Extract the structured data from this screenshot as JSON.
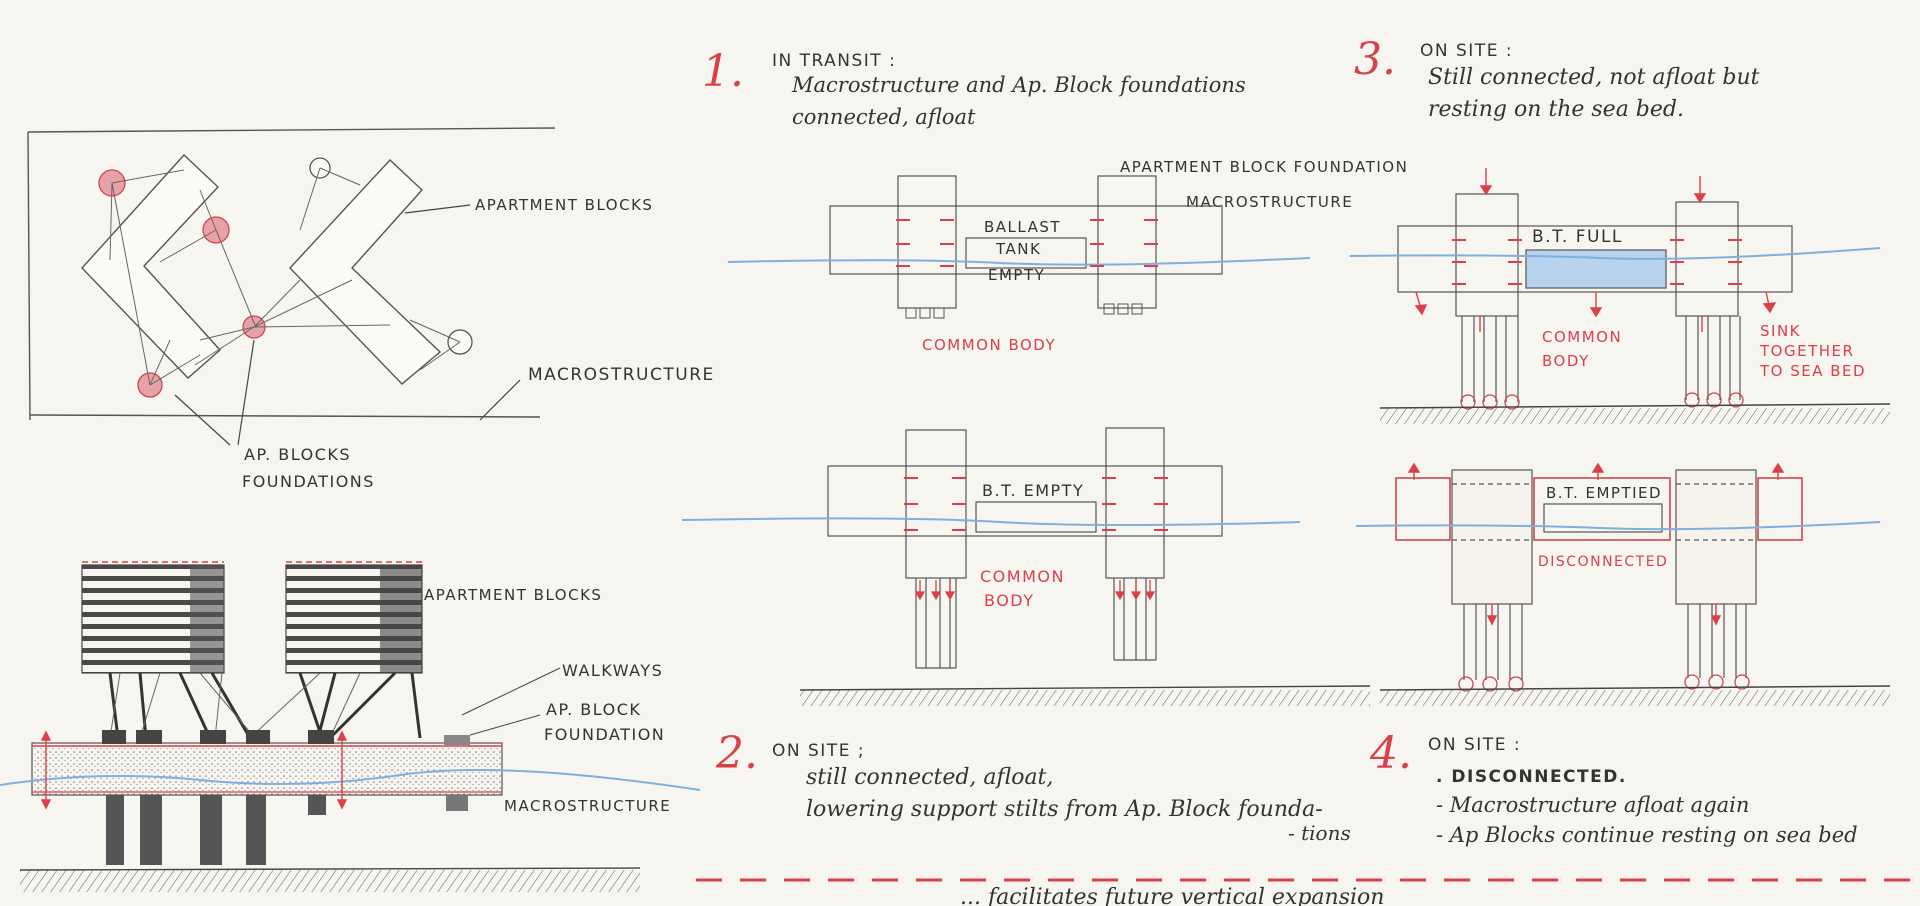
{
  "colors": {
    "pencil": "#4a4a4a",
    "red": "#d9414a",
    "blue": "#7fb0dc",
    "blue_fill": "#b7d3ee",
    "paper": "#f7f5ef"
  },
  "plan": {
    "apartment_blocks": "APARTMENT BLOCKS",
    "macrostructure": "MACROSTRUCTURE",
    "ap_blocks_foundations_line1": "AP. BLOCKS",
    "ap_blocks_foundations_line2": "FOUNDATIONS"
  },
  "section": {
    "apartment_blocks": "APARTMENT BLOCKS",
    "walkways": "WALKWAYS",
    "ap_block_foundation_line1": "AP. BLOCK",
    "ap_block_foundation_line2": "FOUNDATION",
    "macrostructure": "MACROSTRUCTURE"
  },
  "step1": {
    "number": "1.",
    "heading": "IN TRANSIT :",
    "line1": "Macrostructure and Ap. Block foundations",
    "line2": "connected, afloat",
    "label_foundation": "APARTMENT BLOCK FOUNDATION",
    "label_macro": "MACROSTRUCTURE",
    "tank_line1": "BALLAST",
    "tank_line2": "TANK",
    "tank_line3": "EMPTY",
    "common_body": "COMMON BODY"
  },
  "step2": {
    "number": "2.",
    "heading": "ON SITE ;",
    "line1": "still connected, afloat,",
    "line2": "lowering support stilts from Ap. Block founda-",
    "line3": "- tions",
    "tank": "B.T. EMPTY",
    "common_line1": "COMMON",
    "common_line2": "BODY"
  },
  "step3": {
    "number": "3.",
    "heading": "ON SITE :",
    "line1": "Still connected, not afloat but",
    "line2": "resting on the sea bed.",
    "tank": "B.T. FULL",
    "common_line1": "COMMON",
    "common_line2": "BODY",
    "sink1": "SINK",
    "sink2": "TOGETHER",
    "sink3": "TO SEA BED"
  },
  "step4": {
    "number": "4.",
    "heading": "ON SITE :",
    "line1": ". DISCONNECTED.",
    "line2": "- Macrostructure afloat again",
    "line3": "- Ap Blocks continue resting on sea bed",
    "tank": "B.T. EMPTIED",
    "disconnected": "DISCONNECTED"
  },
  "footer_text": "... facilitates future vertical expansion"
}
